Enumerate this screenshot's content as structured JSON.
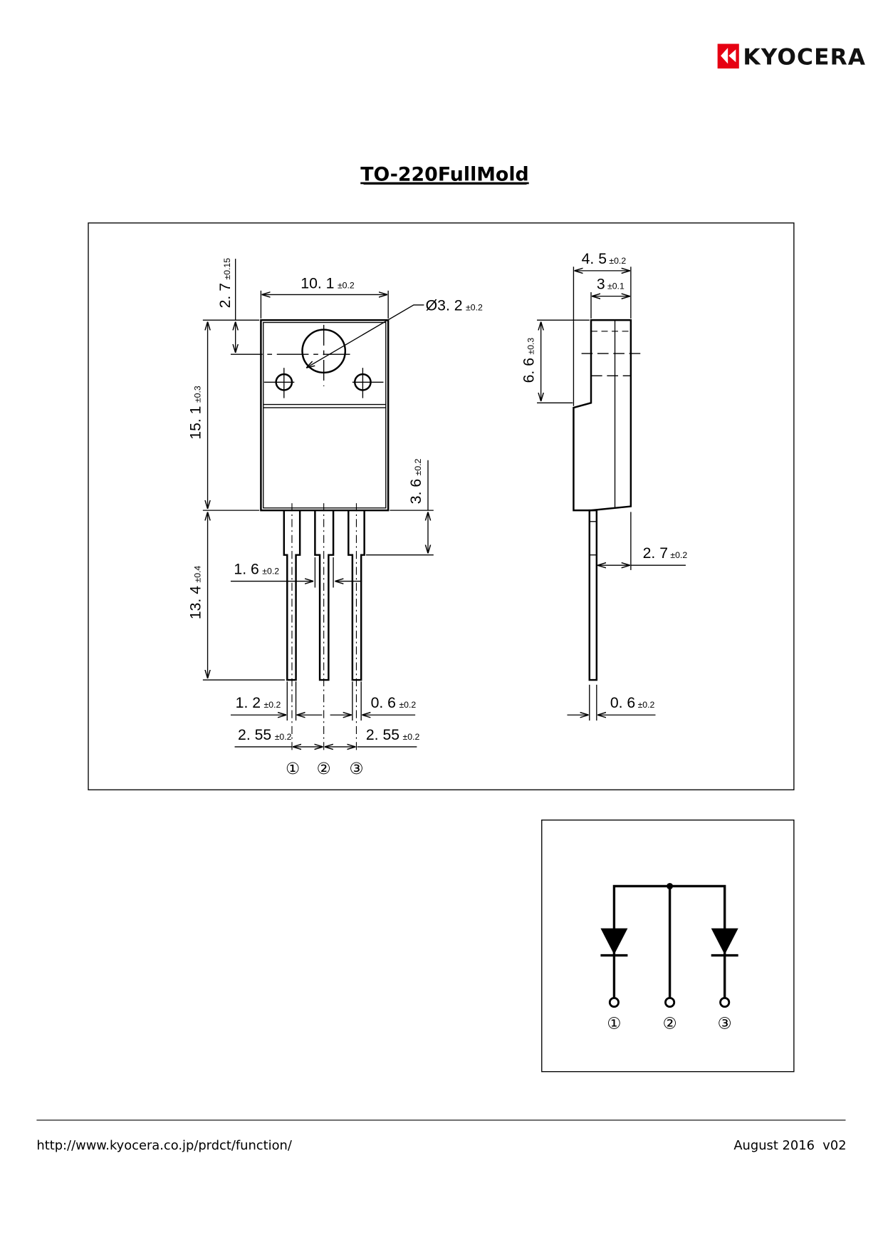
{
  "header": {
    "logo_text": "KYOCERA",
    "brand_color": "#e60012"
  },
  "title": "TO-220FullMold",
  "front_view": {
    "dims": {
      "width": {
        "value": "10. 1",
        "tol": "±0.2"
      },
      "hole": {
        "value": "Ø3. 2",
        "tol": "±0.2"
      },
      "hole_offset": {
        "value": "2. 7",
        "tol": "±0.15"
      },
      "body_height": {
        "value": "15. 1",
        "tol": "±0.3"
      },
      "lead_length": {
        "value": "13. 4",
        "tol": "±0.4"
      },
      "lead_shoulder": {
        "value": "3. 6",
        "tol": "±0.2"
      },
      "lead_width_upper": {
        "value": "1. 6",
        "tol": "±0.2"
      },
      "lead_width": {
        "value": "1. 2",
        "tol": "±0.2"
      },
      "lead_thick": {
        "value": "0. 6",
        "tol": "±0.2"
      },
      "pitch_left": {
        "value": "2. 55",
        "tol": "±0.2"
      },
      "pitch_right": {
        "value": "2. 55",
        "tol": "±0.2"
      }
    },
    "pins": [
      "①",
      "②",
      "③"
    ]
  },
  "side_view": {
    "dims": {
      "depth": {
        "value": "4. 5",
        "tol": "±0.2"
      },
      "body_depth": {
        "value": "3",
        "tol": "±0.1"
      },
      "tab_height": {
        "value": "6. 6",
        "tol": "±0.3"
      },
      "lead_offset": {
        "value": "2. 7",
        "tol": "±0.2"
      },
      "lead_thick": {
        "value": "0. 6",
        "tol": "±0.2"
      }
    }
  },
  "schematic": {
    "pins": [
      "①",
      "②",
      "③"
    ]
  },
  "footer": {
    "url": "http://www.kyocera.co.jp/prdct/function/",
    "date": "August 2016  v02"
  }
}
